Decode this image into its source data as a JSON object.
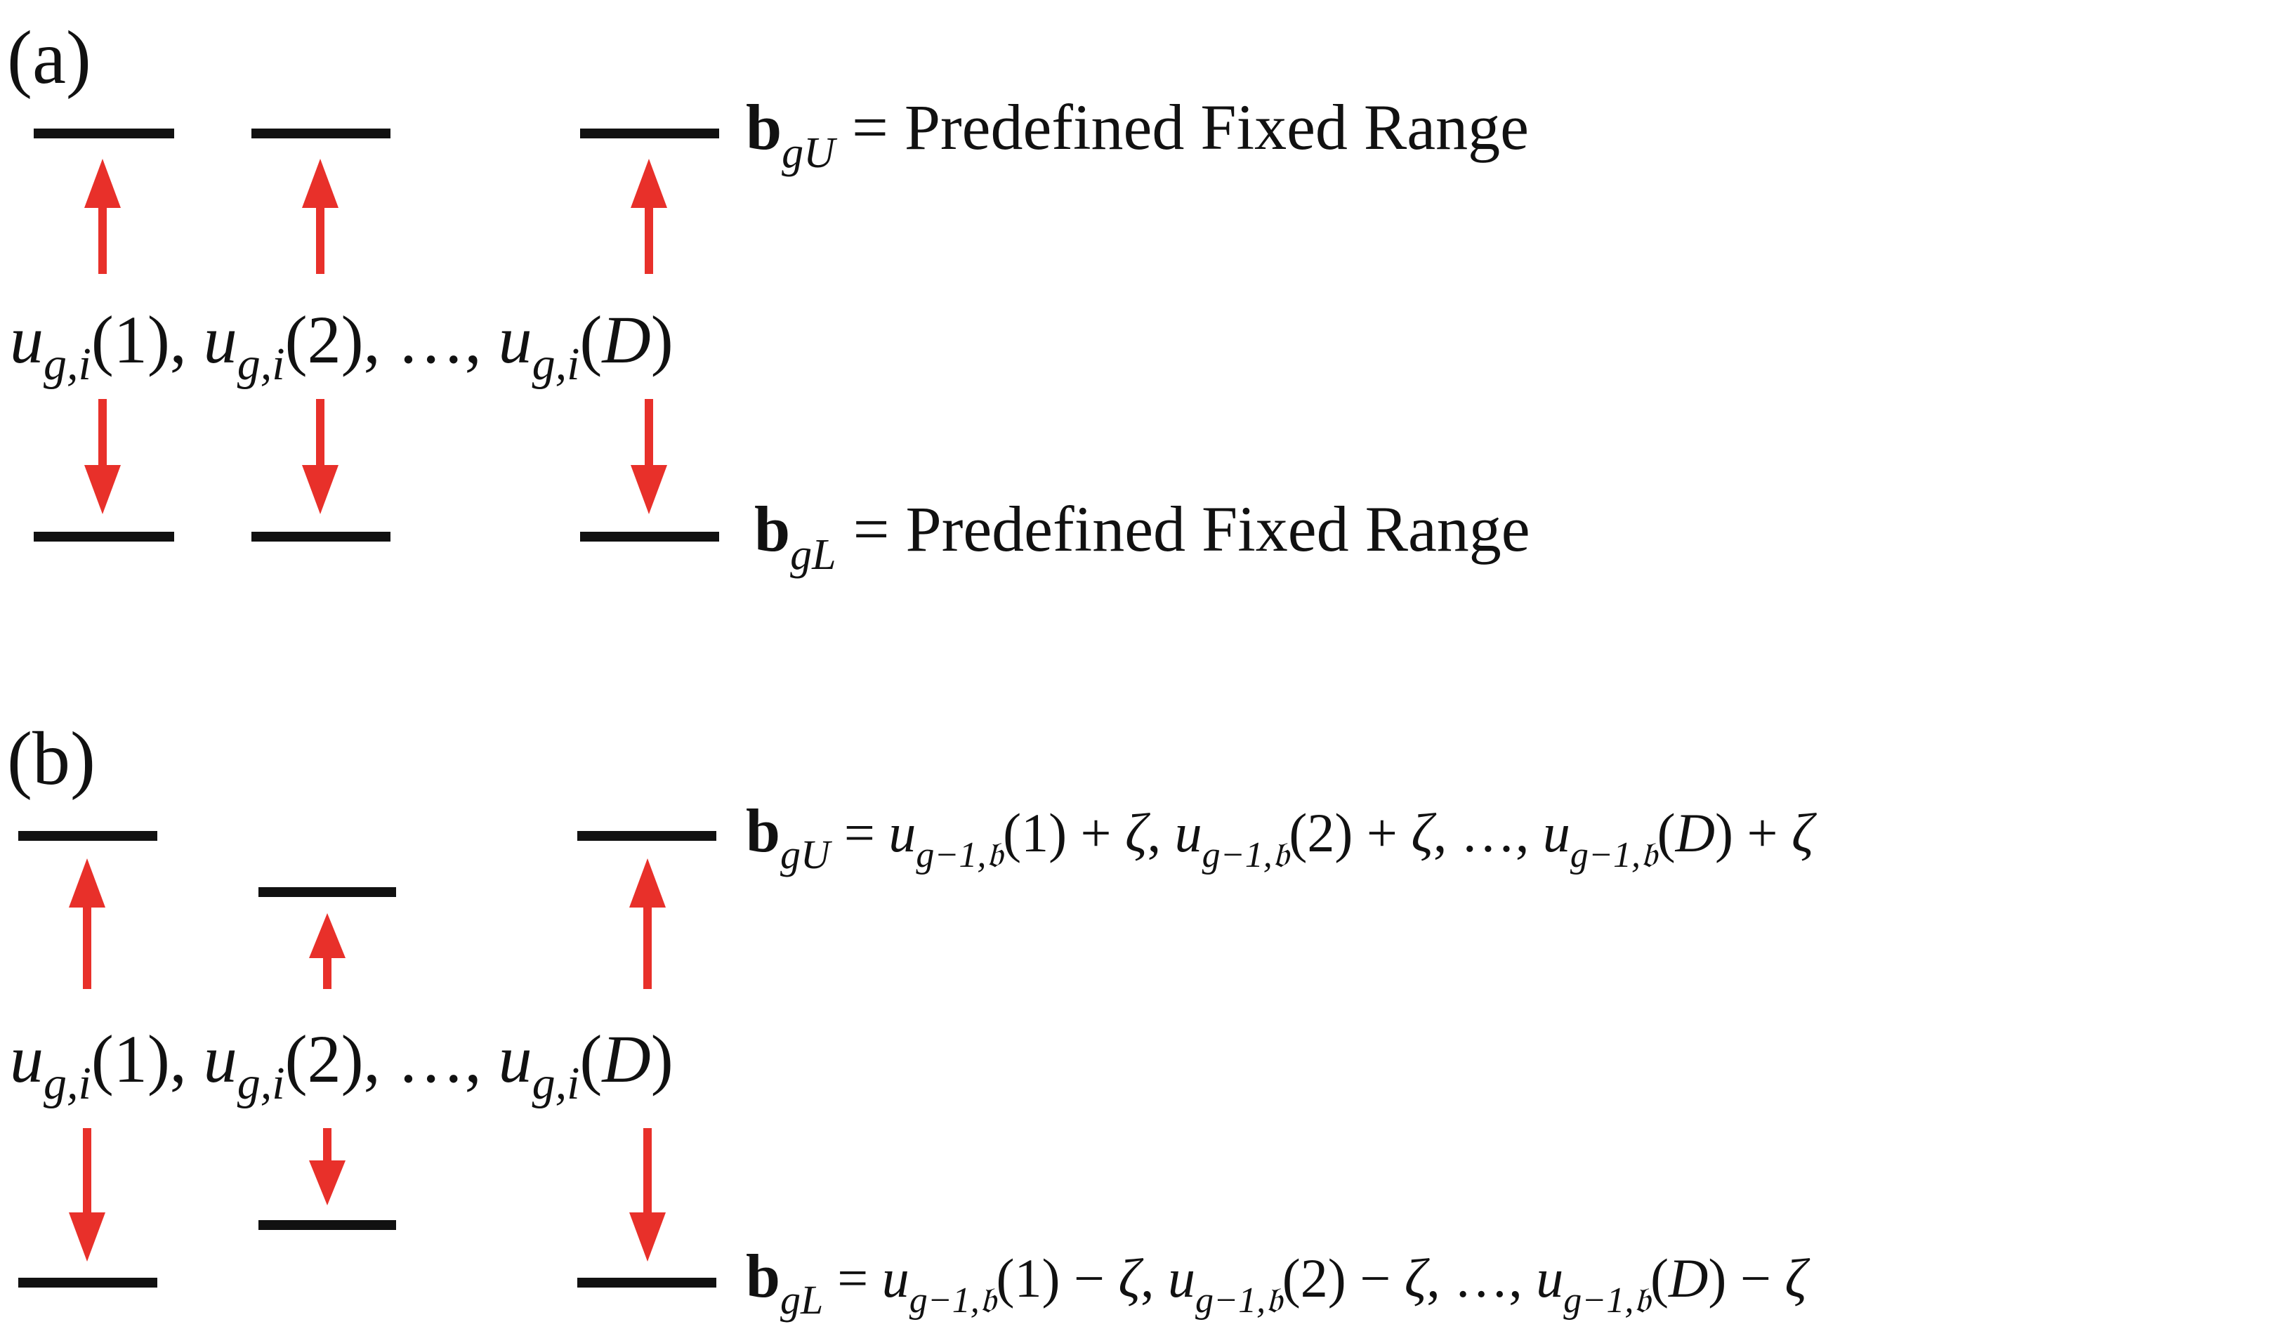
{
  "colors": {
    "line": "#111111",
    "arrow": "#e8302a",
    "background": "#ffffff"
  },
  "panel_a": {
    "label": "(a)",
    "upper_symbol": "b",
    "upper_sub": "gU",
    "upper_rhs": "= Predefined Fixed Range",
    "lower_symbol": "b",
    "lower_sub": "gL",
    "lower_rhs": "= Predefined Fixed Range",
    "middle": {
      "u1": "u",
      "s1": "g,i",
      "a1": "(1),",
      "u2": "u",
      "s2": "g,i",
      "a2": "(2), …,",
      "u3": "u",
      "s3": "g,i",
      "a3_open": "(",
      "a3_var": "D",
      "a3_close": ")"
    }
  },
  "panel_b": {
    "label": "(b)",
    "upper_symbol": "b",
    "upper_sub": "gU",
    "upper_rhs": {
      "eq": "= ",
      "u": "u",
      "s": "g−1,𝔟",
      "t1": "(1) + ",
      "z": "ζ",
      "c1": ", ",
      "t2": "(2) + ",
      "c2": ", …, ",
      "t3_open": "(",
      "t3_var": "D",
      "t3_close": ") + "
    },
    "lower_symbol": "b",
    "lower_sub": "gL",
    "lower_rhs": {
      "eq": "= ",
      "u": "u",
      "s": "g−1,𝔟",
      "t1": "(1) − ",
      "z": "ζ",
      "c1": ", ",
      "t2": "(2) − ",
      "c2": ", …, ",
      "t3_open": "(",
      "t3_var": "D",
      "t3_close": ") − "
    },
    "middle": {
      "u1": "u",
      "s1": "g,i",
      "a1": "(1),",
      "u2": "u",
      "s2": "g,i",
      "a2": "(2), …,",
      "u3": "u",
      "s3": "g,i",
      "a3_open": "(",
      "a3_var": "D",
      "a3_close": ")"
    }
  }
}
